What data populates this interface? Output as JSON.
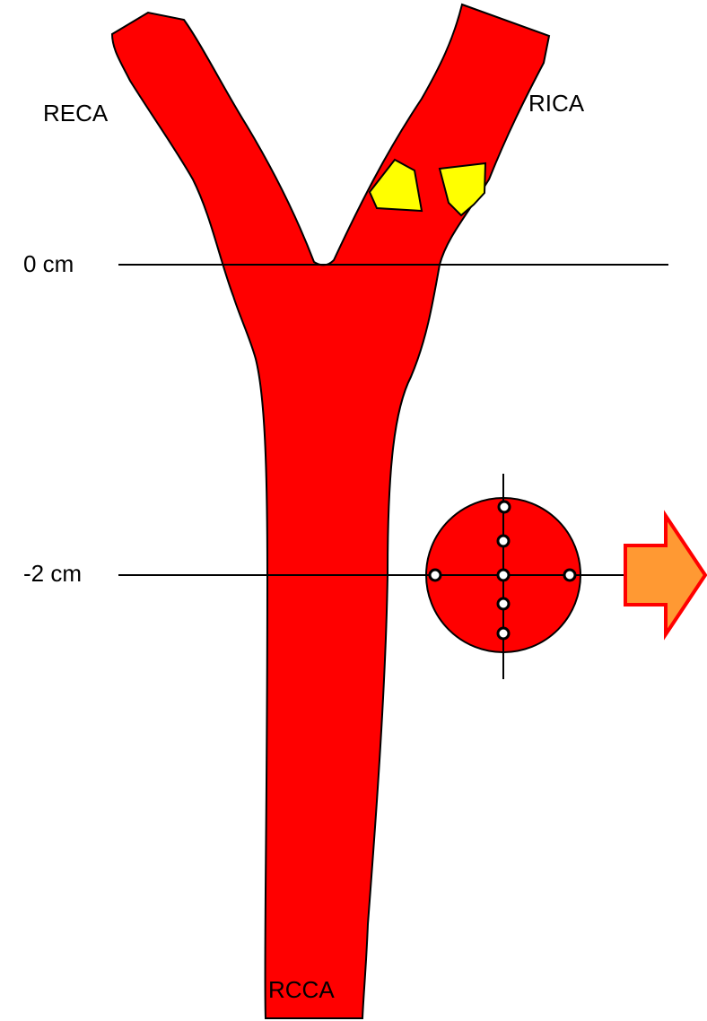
{
  "labels": {
    "reca": "RECA",
    "rica": "RICA",
    "rcca": "RCCA",
    "level_0": "0 cm",
    "level_minus2": "-2 cm"
  },
  "colors": {
    "artery_fill": "#ff0000",
    "outline": "#000000",
    "plaque_fill": "#ffff00",
    "arrow_fill": "#ff9933",
    "arrow_stroke": "#ff0000",
    "background": "#ffffff",
    "sample_point_fill": "#ffffff"
  },
  "icons": {
    "cross_section": "circle-with-crosshair",
    "direction": "right-arrow"
  }
}
